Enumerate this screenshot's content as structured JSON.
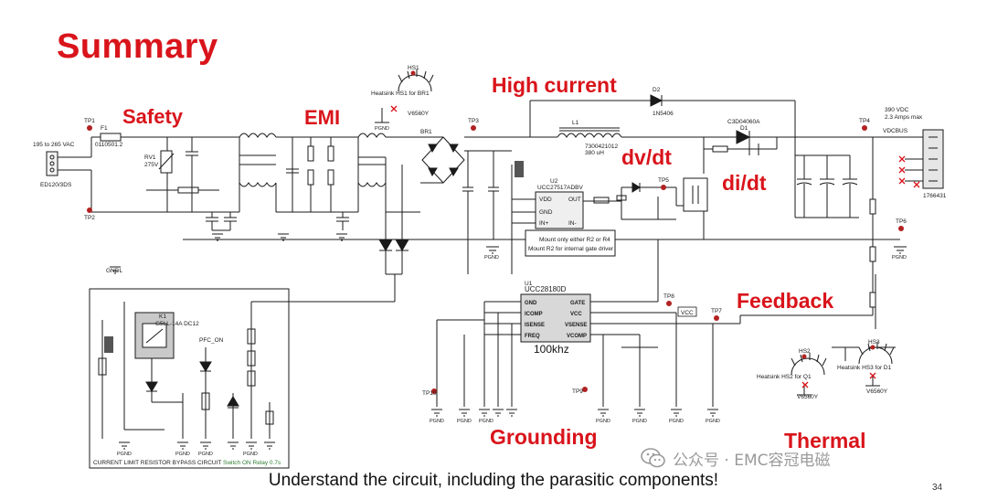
{
  "slide": {
    "title": "Summary",
    "footer": "Understand the circuit, including the parasitic components!",
    "page_number": "34",
    "watermark": "公众号 · EMC容冠电磁"
  },
  "callouts": {
    "safety": "Safety",
    "emi": "EMI",
    "high_current": "High current",
    "dv_dt": "dv/dt",
    "di_dt": "di/dt",
    "feedback": "Feedback",
    "grounding": "Grounding",
    "thermal": "Thermal",
    "freq": "100khz"
  },
  "schematic": {
    "input": {
      "range": "195 to 265 VAC",
      "connector": "ED120/3DS"
    },
    "fuse": {
      "ref": "F1",
      "part": "0110501.2"
    },
    "varistor": {
      "ref": "RV1",
      "value": "275V"
    },
    "relay": {
      "ref": "K1",
      "part": "G5LL-14A DC12"
    },
    "heatsink_br1": "Heatsink HS1 for BR1",
    "bridge": "BR1",
    "inductor_l1": {
      "ref": "L1",
      "part": "7300421012",
      "value": "380 uH"
    },
    "diode_d2": {
      "ref": "D2",
      "part": "1N5406"
    },
    "boost_diode": {
      "ref": "D1",
      "part": "C3D04060A"
    },
    "controller_u1": {
      "ref": "U1",
      "part": "UCC28180D"
    },
    "driver_u2": {
      "ref": "U2",
      "part": "UCC27517ADBV"
    },
    "output": {
      "voltage": "390 VDC",
      "current": "2.3 Amps max",
      "net": "VDCBUS",
      "connector": "1766431"
    },
    "mount_note": [
      "Mount only either R2 or R4",
      "Mount R2 for internal gate driver"
    ],
    "bypass_note": "CURRENT LIMIT RESISTOR BYPASS CIRCUIT",
    "switch_note": "Switch ON Relay 0.7s",
    "gnd": "PGND",
    "gndl": "GNDL",
    "vcc": "VCC",
    "pfc_on": "PFC_ON",
    "ic_pins_left": [
      "GND",
      "ICOMP",
      "ISENSE",
      "FREQ"
    ],
    "ic_pins_right": [
      "GATE",
      "VCC",
      "VSENSE",
      "VCOMP"
    ],
    "driver_pins": [
      "VDD",
      "GND",
      "IN+",
      "OUT",
      "IN-"
    ],
    "heatsink_hs2": "Heatsink HS2 for Q1",
    "heatsink_hs3": "Heatsink HS3 for D1",
    "heatsink_part": "V6560Y",
    "hs_labels": [
      "HS1",
      "HS2",
      "HS3"
    ],
    "test_points": [
      "TP1",
      "TP2",
      "TP3",
      "TP4",
      "TP5",
      "TP6",
      "TP7",
      "TP8",
      "TP9",
      "TP10"
    ]
  },
  "colors": {
    "accent": "#d9141b",
    "wire": "#1a1a1a",
    "test_point": "#b22222",
    "chip_fill": "#d8d8d8",
    "watermark": "#9a9a9a"
  }
}
